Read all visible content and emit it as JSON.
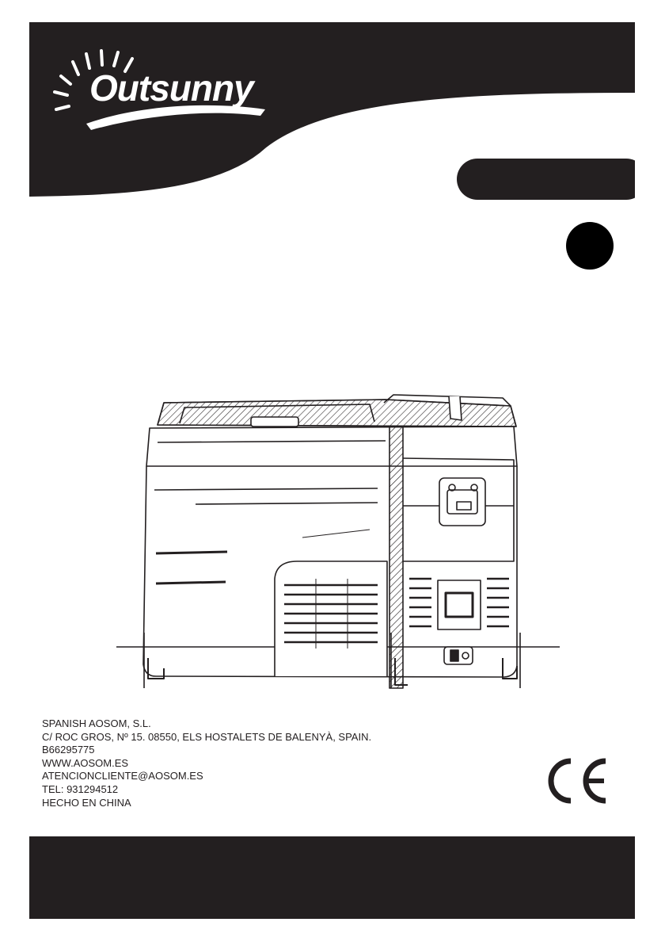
{
  "brand": {
    "logo_text": "Outsunny",
    "accent_color": "#231f20"
  },
  "company": {
    "name": "SPANISH AOSOM, S.L.",
    "address": "C/ ROC GROS, Nº 15. 08550, ELS HOSTALETS DE BALENYÀ, SPAIN.",
    "tax_id": "B66295775",
    "website": "WWW.AOSOM.ES",
    "email": "ATENCIONCLIENTE@AOSOM.ES",
    "phone": "TEL: 931294512",
    "origin": "HECHO EN CHINA"
  },
  "icons": {
    "product": "portable-fridge-illustration",
    "certification": "ce-mark-icon",
    "language": "language-badge-icon"
  }
}
